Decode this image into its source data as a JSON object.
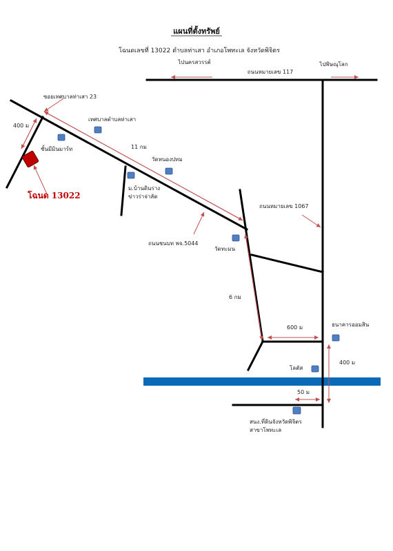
{
  "title": "แผนที่ตั้งทรัพย์",
  "subtitle": "โฉนดเลขที่  13022   ตำบลท่าเสา อำเภอโพทะเล  จังหวัดพิจิตร",
  "labels": {
    "to_nakhon_sawan": "ไปนครสวรรค์",
    "to_phitsanulok": "ไปพิษณุโลก",
    "highway_117": "ถนนหมายเลข 117",
    "soi_23": "ซอยเทศบาลท่าเสา 23",
    "dist_400_top": "400 ม",
    "municipality": "เทศบาลตำบลท่าเสา",
    "shop": "ชั้นมีมินมาร์ท",
    "dist_11km": "11 กม",
    "temple_nong_pho": "วัดหนองปทม",
    "village": "ม.บ้านดินราง",
    "village_line2": "ข่าวร่าจ่าลัด",
    "parcel": "โฉนด  13022",
    "highway_1067": "ถนนหมายเลข 1067",
    "rural_road": "ถนนชนบท  พจ.5044",
    "temple_thamon": "วัดทะมน",
    "dist_6km": "6 กม",
    "dist_600": "600 ม",
    "bank": "ธนาคารออมสิน",
    "lotus": "โลตัส",
    "dist_400_right": "400 ม",
    "dist_50": "50 ม",
    "land_office": "สนง.ที่ดินจังหวัดพิจิตร",
    "land_office_line2": "สาขาโพทะเล"
  },
  "colors": {
    "road": "#000000",
    "river": "#0a6ab8",
    "marker": "#4f7fc2",
    "marker_border": "#2f5590",
    "parcel": "#c00000",
    "arrow": "#c05050"
  }
}
